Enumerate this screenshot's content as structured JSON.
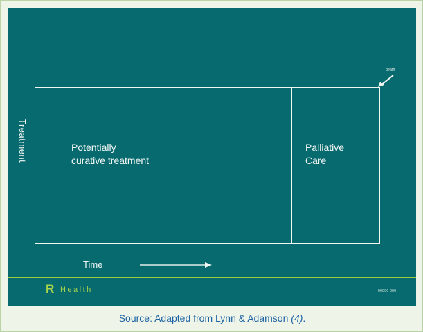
{
  "slide": {
    "axis_label": "Treatment",
    "box_curative": "Potentially\ncurative treatment",
    "box_palliative": "Palliative\nCare",
    "death_label": "death",
    "time_label": "Time",
    "logo_letter": "R",
    "logo_text": "Health",
    "footer_code": "00000 000"
  },
  "caption": {
    "prefix": "Source: Adapted from Lynn & Adamson ",
    "reference": "(4)",
    "suffix": "."
  },
  "colors": {
    "slide_bg": "#076a6f",
    "accent_green": "#9ccc3a",
    "caption_blue": "#1f63a4"
  }
}
